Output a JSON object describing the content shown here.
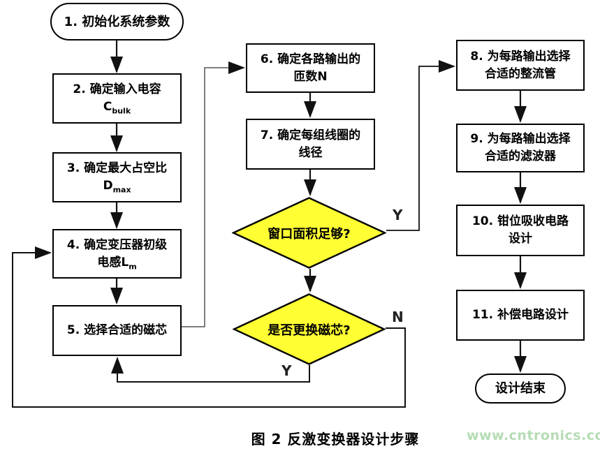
{
  "diagram": {
    "nodes": {
      "start": {
        "label": "1. 初始化系统参数"
      },
      "step2": {
        "line1": "2. 确定输入电容",
        "sym": "C",
        "sub": "bulk"
      },
      "step3": {
        "line1": "3. 确定最大占空比",
        "sym": "D",
        "sub": "max"
      },
      "step4": {
        "line1": "4. 确定变压器初级",
        "line2": "电感L",
        "sub": "m"
      },
      "step5": {
        "label": "5. 选择合适的磁芯"
      },
      "step6": {
        "line1": "6. 确定各路输出的",
        "line2": "匝数N"
      },
      "step7": {
        "line1": "7. 确定每组线圈的",
        "line2": "线径"
      },
      "decision1": {
        "label": "窗口面积足够?"
      },
      "decision2": {
        "label": "是否更换磁芯?"
      },
      "step8": {
        "line1": "8. 为每路输出选择",
        "line2": "合适的整流管"
      },
      "step9": {
        "line1": "9. 为每路输出选择",
        "line2": "合适的滤波器"
      },
      "step10": {
        "line1": "10. 钳位吸收电路",
        "line2": "设计"
      },
      "step11": {
        "label": "11. 补偿电路设计"
      },
      "end": {
        "label": "设计结束"
      }
    },
    "edge_labels": {
      "decision1_yes": "Y",
      "decision2_no": "N",
      "decision2_yes": "Y"
    },
    "colors": {
      "decision_fill": "#FFFF33",
      "node_border": "#000000",
      "node_fill": "#FFFFFF",
      "connector": "#111111",
      "watermark_text": "#B6DCB6"
    }
  },
  "caption": {
    "text": "图 2 反激变换器设计步骤"
  },
  "watermark": {
    "text": "www.cntronics.com"
  }
}
